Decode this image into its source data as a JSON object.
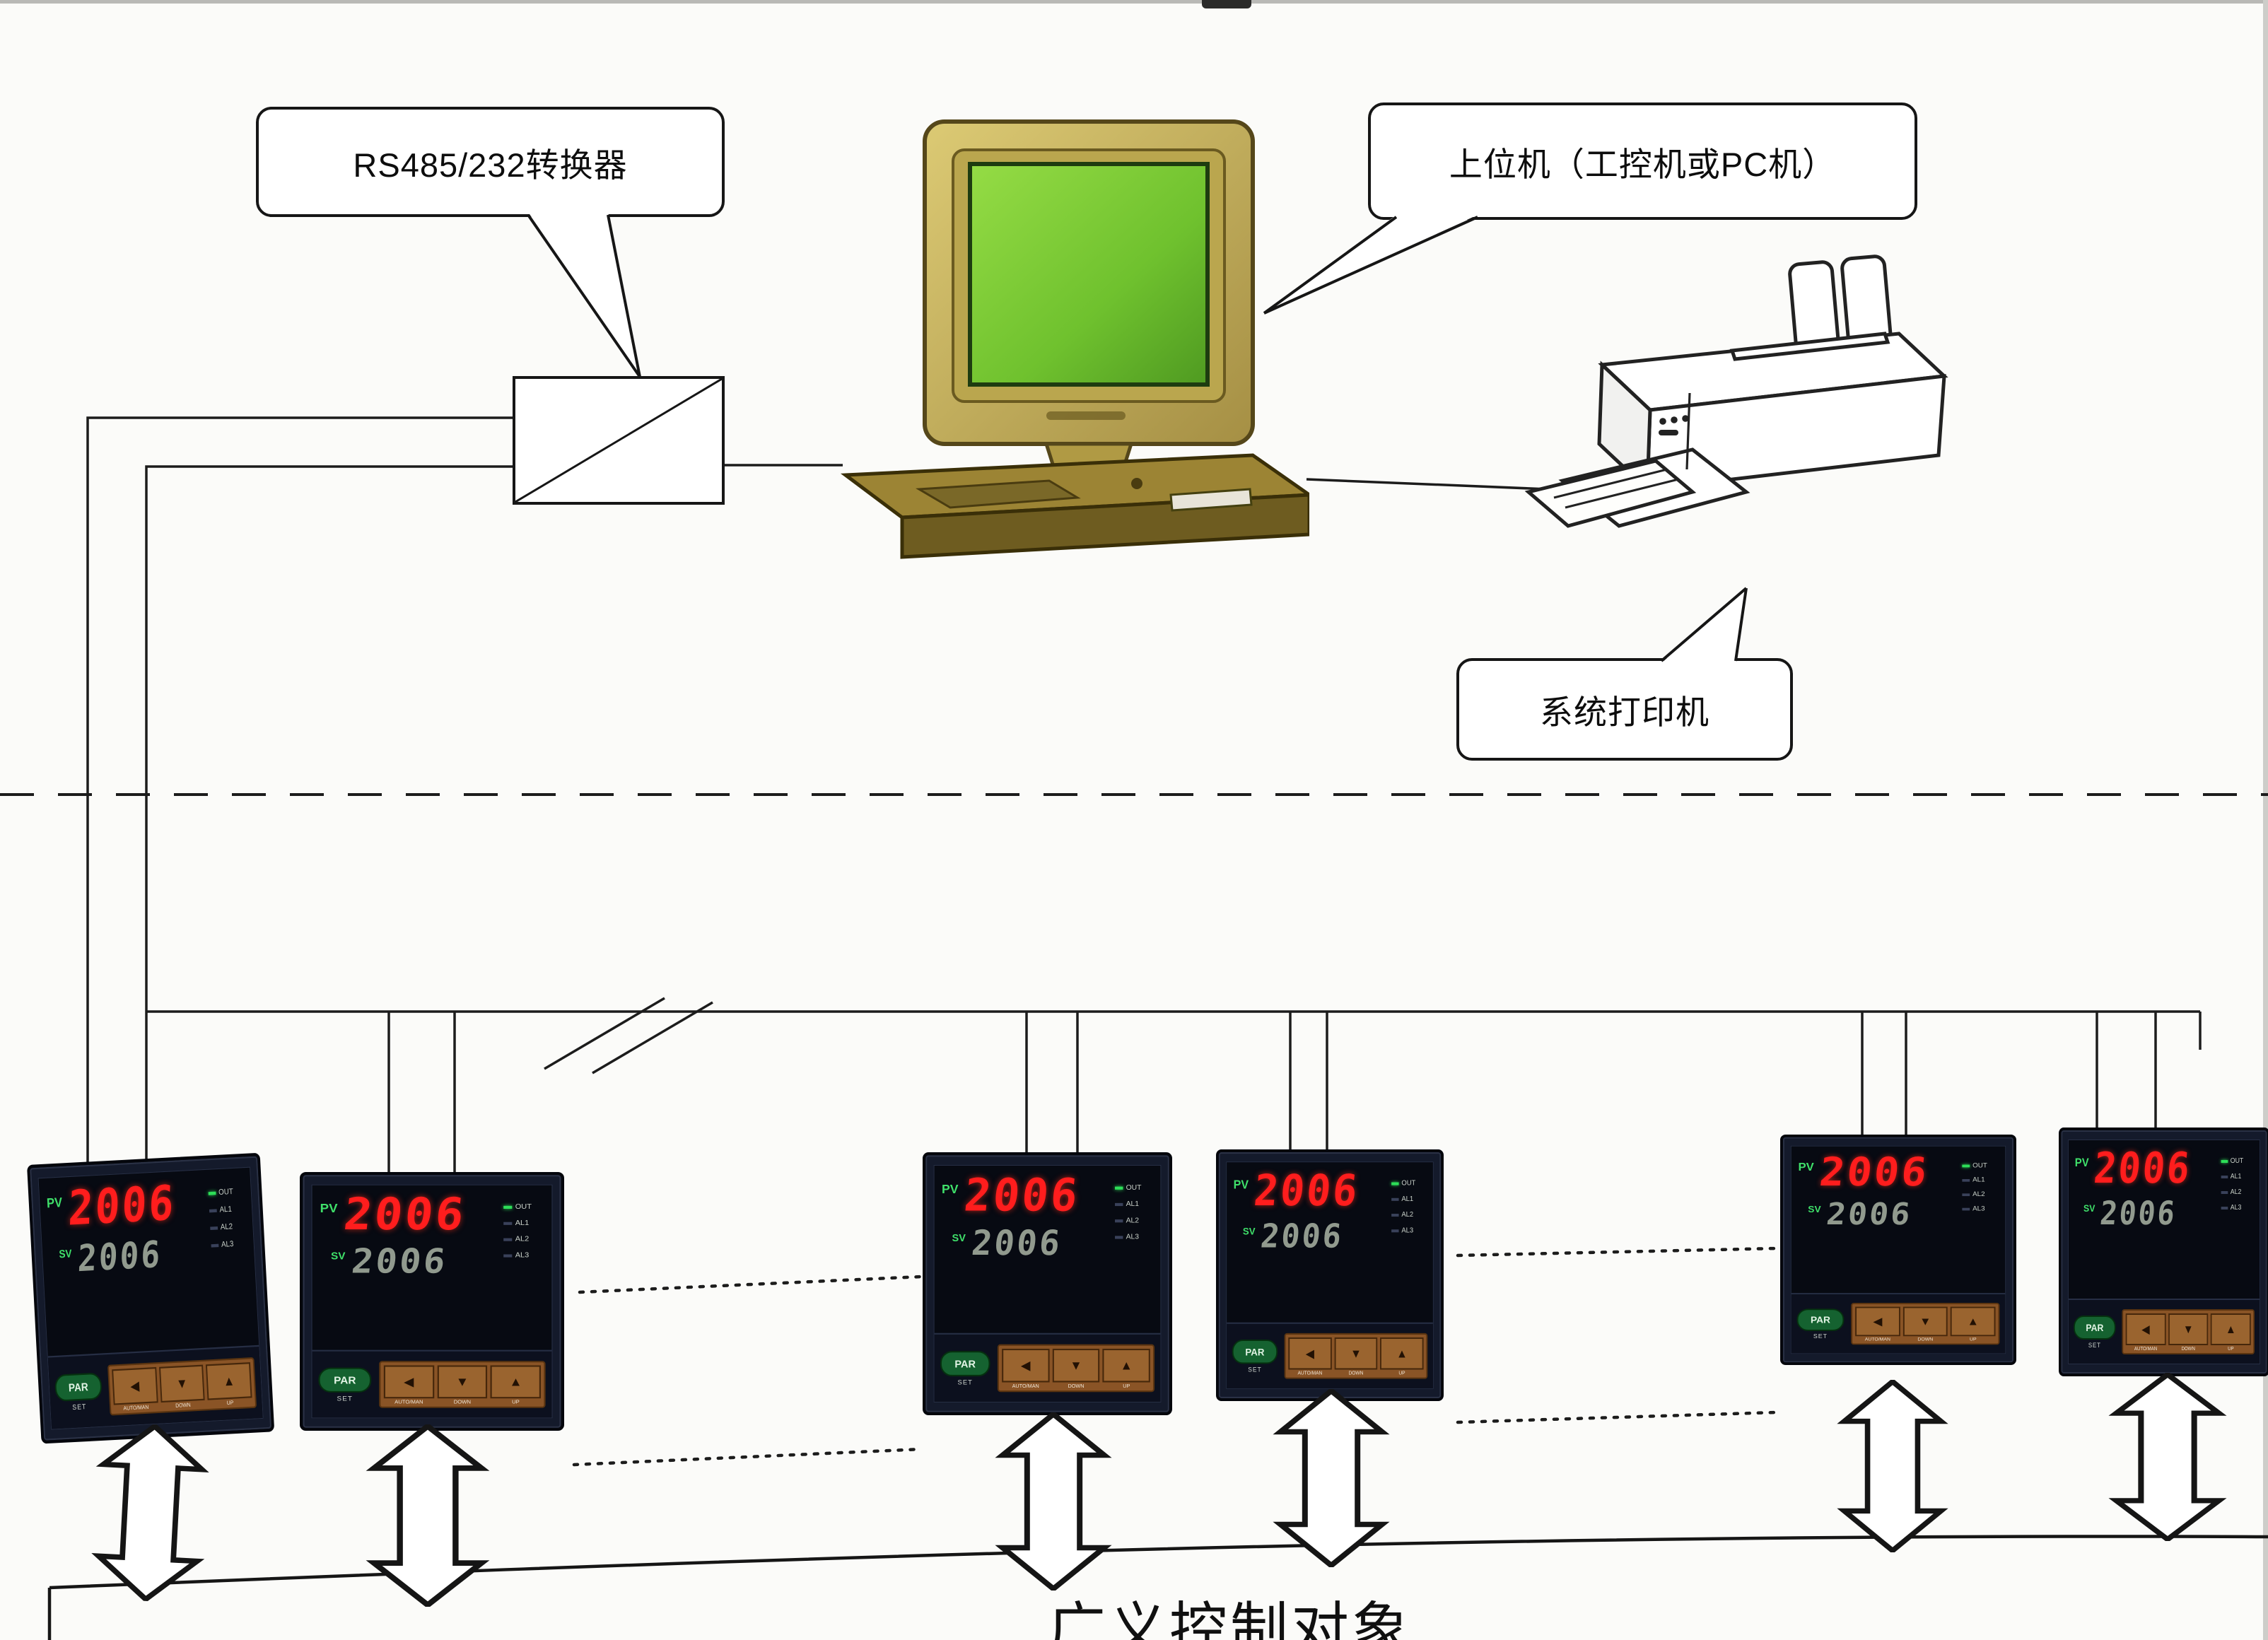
{
  "callouts": {
    "converter_label": "RS485/232转换器",
    "host_label": "上位机（工控机或PC机）",
    "printer_label": "系统打印机"
  },
  "bottom_label": "广义控制对象",
  "controller": {
    "pv_label": "PV",
    "sv_label": "SV",
    "pv_value": "2006",
    "sv_value": "2006",
    "indicators": [
      "OUT",
      "AL1",
      "AL2",
      "AL3"
    ],
    "par_button": "PAR",
    "set_label": "SET",
    "keys": [
      "◀",
      "▼",
      "▲"
    ],
    "key_labels": [
      "AUTO/MAN",
      "DOWN",
      "UP"
    ]
  },
  "colors": {
    "pv_red": "#ff1d1d",
    "sv_dim": "#b4bfae",
    "panel_dark": "#141a2b",
    "keypad_brown": "#8a5426",
    "par_green": "#156230",
    "monitor_beige": "#c9b45a",
    "screen_green": "#6fc12e",
    "line_black": "#1c1c1c"
  }
}
